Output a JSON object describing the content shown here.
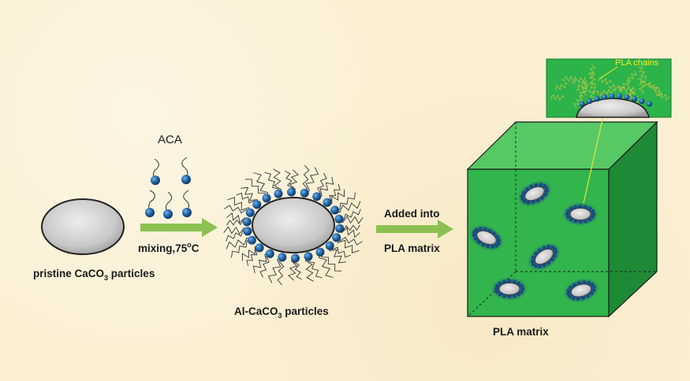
{
  "labels": {
    "pristine_prefix": "pristine CaCO",
    "pristine_sub": "3",
    "pristine_suffix": " particles",
    "aca": "ACA",
    "mixing": "mixing,75",
    "mixing_sup": "o",
    "mixing_unit": "C",
    "al_prefix": "Al-CaCO",
    "al_sub": "3",
    "al_suffix": " particles",
    "added_line1": "Added into",
    "added_line2": "PLA matrix",
    "pla_matrix": "PLA matrix",
    "pla_chains": "PLA chains"
  },
  "colors": {
    "background": "#fbf0d4",
    "particle_fill": "#c9c9c9",
    "bead": "#1e5fa0",
    "arrow": "#8cc152",
    "cube_front": "#2fb14a",
    "cube_side": "#1f8a36",
    "cube_top": "#56c965",
    "inset_bg": "#2cb34a",
    "chains_text": "#f2ee2a",
    "pointer_line": "#e8e43a"
  }
}
